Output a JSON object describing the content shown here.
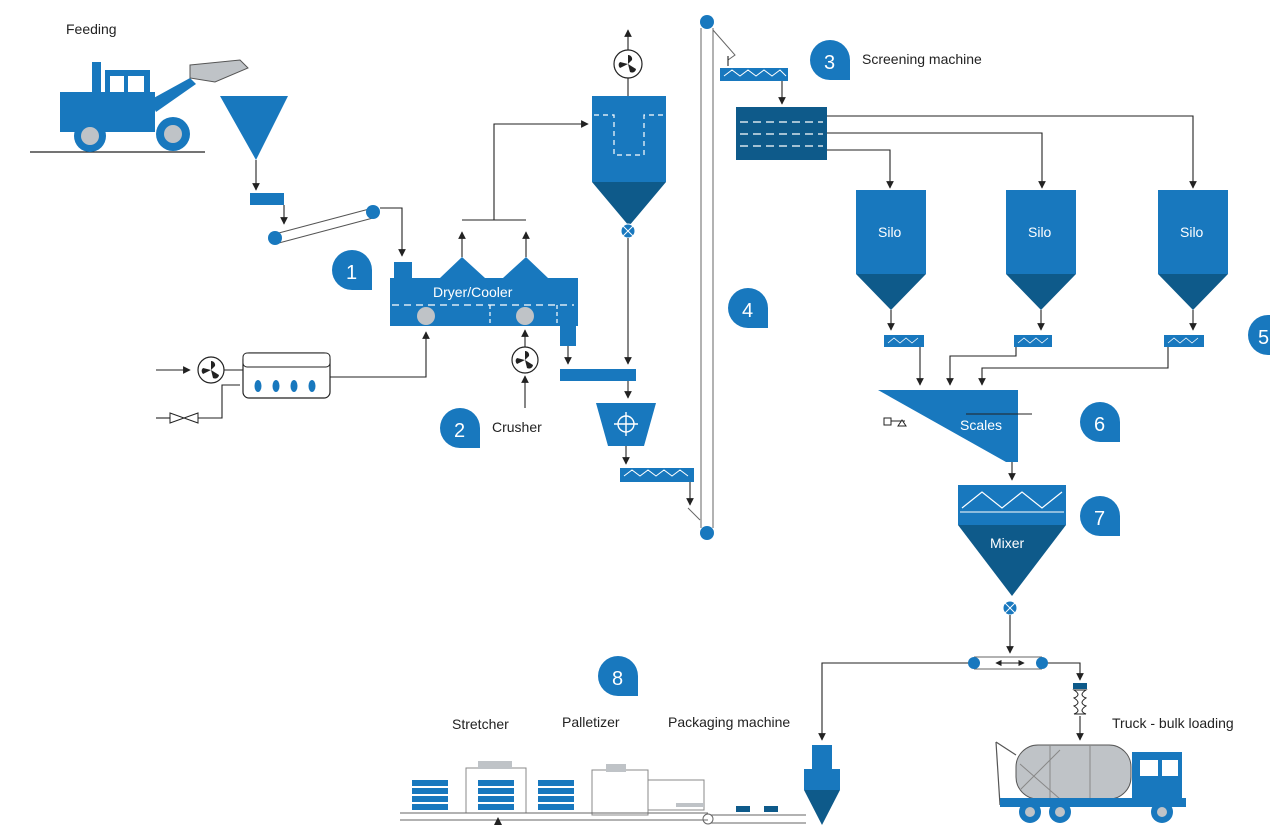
{
  "labels": {
    "feeding": "Feeding",
    "dryer": "Dryer/Cooler",
    "crusher": "Crusher",
    "screening": "Screening machine",
    "silo1": "Silo",
    "silo2": "Silo",
    "silo3": "Silo",
    "scales": "Scales",
    "mixer": "Mixer",
    "stretcher": "Stretcher",
    "palletizer": "Palletizer",
    "packaging": "Packaging machine",
    "truck": "Truck - bulk loading"
  },
  "steps": [
    "1",
    "2",
    "3",
    "4",
    "5",
    "6",
    "7",
    "8"
  ],
  "colors": {
    "blue": "#1878BE",
    "dark_blue": "#0E5A8A",
    "grey": "#BFC3C7",
    "line": "#222222"
  }
}
